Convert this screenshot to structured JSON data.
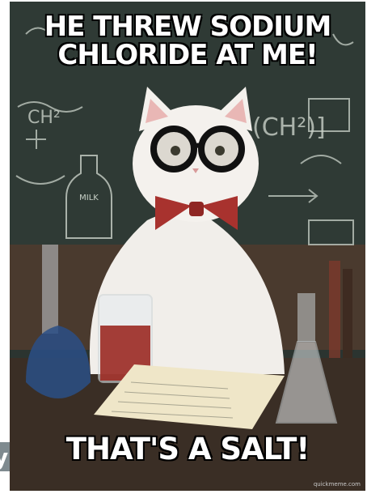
{
  "meme": {
    "top_text": "HE THREW SODIUM CHLORIDE AT ME!",
    "bottom_text": "THAT'S A SALT!",
    "chalkboard_text": "(CH²)]",
    "chalkboard_formula": "CH²",
    "bottle_label": "MILK",
    "watermark": "quickmeme.com",
    "corner_letter": "y"
  },
  "colors": {
    "chalkboard": "#2f3a35",
    "chalk": "#c9d1c8",
    "fur": "#f1eeea",
    "bow_tie": "#a8322e",
    "glasses": "#111111",
    "table": "#3a2e25",
    "notepad": "#efe6c8"
  }
}
